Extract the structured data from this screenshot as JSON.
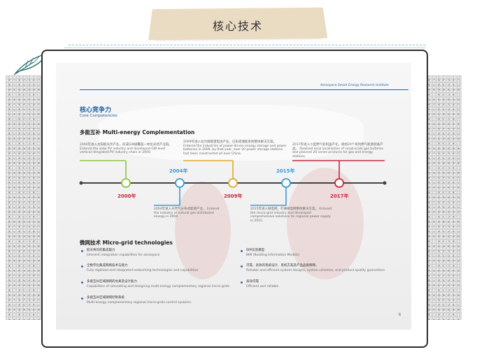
{
  "page_title": "核心技术",
  "doc": {
    "header_org": "Aerospace Smart Energy Research Institute",
    "section_title_cn": "核心竞争力",
    "section_title_en": "Core Competencies",
    "multi_energy": {
      "title": "多能互补 Multi-energy Complementation",
      "events": [
        {
          "year": "2000年",
          "color": "#8cc63f",
          "text": "2000年进入太阳能光伏产业，形成GW级覆盖一体化光伏产业链。 Entered the solar PV industry and developed GW-level vertical integrated PV industry chain in 2000."
        },
        {
          "year": "2004年",
          "color": "#3a9ad9",
          "text": "2004年进入天然气分布式能源产业。 Entered the industry of natural gas distributed energy in 2004."
        },
        {
          "year": "2009年",
          "color": "#e0a82e",
          "text": "2009年进入动力储能锂电池产业，已形成储能系统整体解决方案。 Entered the industries of power-driven energy storage and power batteries in 2009, by that year, over 20 power storage stations had been constructed all over China."
        },
        {
          "year": "2015年",
          "color": "#3a9ad9",
          "text": "2015年进入微电网，打通微电网整体解决方案。 Entered the micro-grid industry and developed comprehensive solutions for regional power supply in 2015."
        },
        {
          "year": "2017年",
          "color": "#c8283c",
          "text": "2017年进入小型燃气轮机国产化，规划20个系列燃气能源装备产品。 Realized local localization of small-scale gas turbines and planned 20 series products for gas and energy stations."
        }
      ]
    },
    "microgrid": {
      "title": "微网技术 Micro-grid technologies",
      "left_items": [
        {
          "cn": "航天秀的的集成能力",
          "en": "Inherent integration capabilities for aerospace"
        },
        {
          "cn": "全数字化集成网络技术与能力",
          "en": "Fully digitized and integrated networking technologies and capabilities"
        },
        {
          "cn": "多能互补区域微网的仿真及设计能力",
          "en": "Capabilities of simulating and designing multi-energy complementary regional micro-grids"
        },
        {
          "cn": "多能互补区域微网控制系统",
          "en": "Multi-energy complementary regional micro-grids control systems"
        }
      ],
      "right_items": [
        {
          "cn": "BIM信息模型",
          "en": "BIM (Building Information Models)"
        },
        {
          "cn": "可靠、高效的系统设计、系统方案及产品品质保障。",
          "en": "Reliable and efficient system designs, system schemes, and product quality guarantees"
        },
        {
          "cn": "高效可靠",
          "en": "Efficient and reliable"
        }
      ]
    },
    "page_number": "6"
  }
}
